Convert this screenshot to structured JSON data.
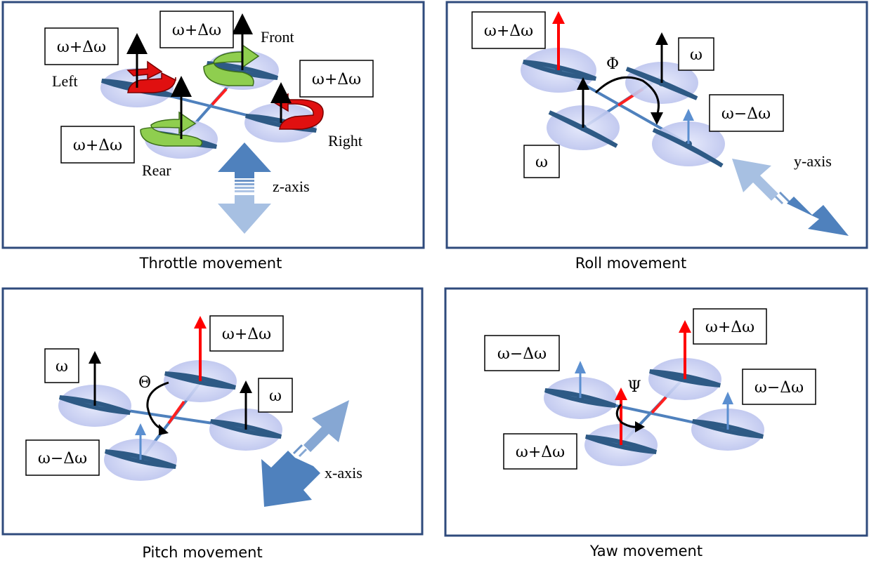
{
  "panels": {
    "throttle": {
      "caption": "Throttle movement",
      "boxes": [
        "ω+Δω",
        "ω+Δω",
        "ω+Δω",
        "ω+Δω"
      ],
      "rotor_labels": [
        "Left",
        "Front",
        "Right",
        "Rear"
      ],
      "axis_label": "z-axis"
    },
    "roll": {
      "caption": "Roll movement",
      "boxes": [
        "ω+Δω",
        "ω",
        "ω−Δω",
        "ω"
      ],
      "angle": "Φ",
      "axis_label": "y-axis"
    },
    "pitch": {
      "caption": "Pitch movement",
      "boxes": [
        "ω+Δω",
        "ω",
        "ω",
        "ω−Δω"
      ],
      "angle": "Θ",
      "axis_label": "x-axis"
    },
    "yaw": {
      "caption": "Yaw movement",
      "boxes": [
        "ω+Δω",
        "ω−Δω",
        "ω−Δω",
        "ω+Δω"
      ],
      "angle": "Ψ"
    }
  },
  "colors": {
    "frame": "#2f4b7c",
    "rotor_disk": "#c9cff0",
    "blade": "#3d6a96",
    "arm": "#4f81bd",
    "arm_front": "#ff2020",
    "arrow_up": "#000000",
    "arrow_increase": "#ff0000",
    "arrow_decrease": "#5b8fd0",
    "spin_green": "#8fce4f",
    "spin_red": "#e01010",
    "axis_arrow": "#4f81bd"
  }
}
